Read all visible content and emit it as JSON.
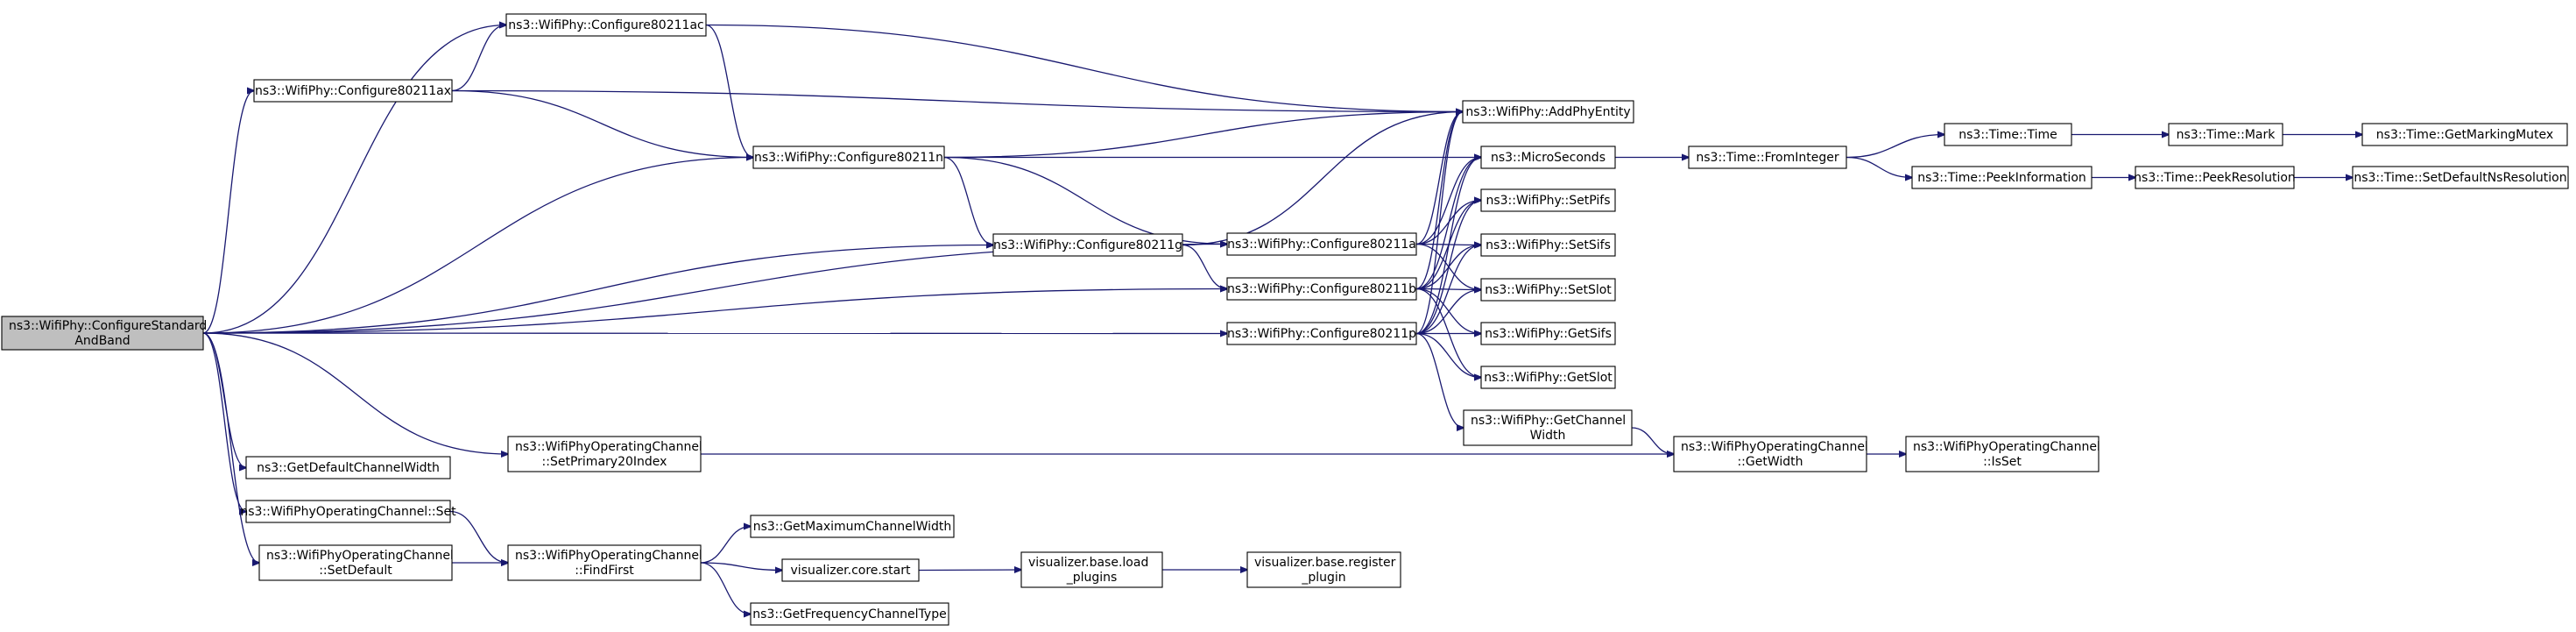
{
  "colors": {
    "edge": "#191970",
    "root_fill": "#bfbfbf",
    "node_fill": "#ffffff",
    "node_border": "#000000",
    "text": "#000000"
  },
  "nodes": [
    {
      "id": "root",
      "lines": [
        "ns3::WifiPhy::ConfigureStandard",
        "AndBand"
      ],
      "root": true
    },
    {
      "id": "c11ac",
      "lines": [
        "ns3::WifiPhy::Configure80211ac"
      ]
    },
    {
      "id": "c11ax",
      "lines": [
        "ns3::WifiPhy::Configure80211ax"
      ]
    },
    {
      "id": "c11n",
      "lines": [
        "ns3::WifiPhy::Configure80211n"
      ]
    },
    {
      "id": "c11g",
      "lines": [
        "ns3::WifiPhy::Configure80211g"
      ]
    },
    {
      "id": "c11a",
      "lines": [
        "ns3::WifiPhy::Configure80211a"
      ]
    },
    {
      "id": "c11b",
      "lines": [
        "ns3::WifiPhy::Configure80211b"
      ]
    },
    {
      "id": "c11p",
      "lines": [
        "ns3::WifiPhy::Configure80211p"
      ]
    },
    {
      "id": "addphy",
      "lines": [
        "ns3::WifiPhy::AddPhyEntity"
      ]
    },
    {
      "id": "micro",
      "lines": [
        "ns3::MicroSeconds"
      ]
    },
    {
      "id": "setpifs",
      "lines": [
        "ns3::WifiPhy::SetPifs"
      ]
    },
    {
      "id": "setsifs",
      "lines": [
        "ns3::WifiPhy::SetSifs"
      ]
    },
    {
      "id": "setslot",
      "lines": [
        "ns3::WifiPhy::SetSlot"
      ]
    },
    {
      "id": "getsifs",
      "lines": [
        "ns3::WifiPhy::GetSifs"
      ]
    },
    {
      "id": "getslot",
      "lines": [
        "ns3::WifiPhy::GetSlot"
      ]
    },
    {
      "id": "getchw",
      "lines": [
        "ns3::WifiPhy::GetChannel",
        "Width"
      ]
    },
    {
      "id": "fromint",
      "lines": [
        "ns3::Time::FromInteger"
      ]
    },
    {
      "id": "time",
      "lines": [
        "ns3::Time::Time"
      ]
    },
    {
      "id": "mark",
      "lines": [
        "ns3::Time::Mark"
      ]
    },
    {
      "id": "mutex",
      "lines": [
        "ns3::Time::GetMarkingMutex"
      ]
    },
    {
      "id": "peekinfo",
      "lines": [
        "ns3::Time::PeekInformation"
      ]
    },
    {
      "id": "peekres",
      "lines": [
        "ns3::Time::PeekResolution"
      ]
    },
    {
      "id": "setdefres",
      "lines": [
        "ns3::Time::SetDefaultNsResolution"
      ]
    },
    {
      "id": "getdefcw",
      "lines": [
        "ns3::GetDefaultChannelWidth"
      ]
    },
    {
      "id": "setp20",
      "lines": [
        "ns3::WifiPhyOperatingChannel",
        "::SetPrimary20Index"
      ]
    },
    {
      "id": "opgetw",
      "lines": [
        "ns3::WifiPhyOperatingChannel",
        "::GetWidth"
      ]
    },
    {
      "id": "opisset",
      "lines": [
        "ns3::WifiPhyOperatingChannel",
        "::IsSet"
      ]
    },
    {
      "id": "opset",
      "lines": [
        "ns3::WifiPhyOperatingChannel::Set"
      ]
    },
    {
      "id": "opsetdef",
      "lines": [
        "ns3::WifiPhyOperatingChannel",
        "::SetDefault"
      ]
    },
    {
      "id": "findfirst",
      "lines": [
        "ns3::WifiPhyOperatingChannel",
        "::FindFirst"
      ]
    },
    {
      "id": "getmaxcw",
      "lines": [
        "ns3::GetMaximumChannelWidth"
      ]
    },
    {
      "id": "vizstart",
      "lines": [
        "visualizer.core.start"
      ]
    },
    {
      "id": "getfct",
      "lines": [
        "ns3::GetFrequencyChannelType"
      ]
    },
    {
      "id": "loadplug",
      "lines": [
        "visualizer.base.load",
        "_plugins"
      ]
    },
    {
      "id": "regplug",
      "lines": [
        "visualizer.base.register",
        "_plugin"
      ]
    }
  ],
  "edges": [
    [
      "root",
      "c11ac"
    ],
    [
      "root",
      "c11ax"
    ],
    [
      "root",
      "c11n"
    ],
    [
      "root",
      "c11g"
    ],
    [
      "root",
      "c11a"
    ],
    [
      "root",
      "c11b"
    ],
    [
      "root",
      "c11p"
    ],
    [
      "root",
      "getdefcw"
    ],
    [
      "root",
      "setp20"
    ],
    [
      "root",
      "opset"
    ],
    [
      "root",
      "opsetdef"
    ],
    [
      "c11ac",
      "addphy"
    ],
    [
      "c11ac",
      "c11n"
    ],
    [
      "c11ax",
      "c11ac"
    ],
    [
      "c11ax",
      "addphy"
    ],
    [
      "c11ax",
      "c11n"
    ],
    [
      "c11n",
      "addphy"
    ],
    [
      "c11n",
      "micro"
    ],
    [
      "c11n",
      "c11g"
    ],
    [
      "c11n",
      "c11a"
    ],
    [
      "c11g",
      "addphy"
    ],
    [
      "c11g",
      "c11b"
    ],
    [
      "c11a",
      "addphy"
    ],
    [
      "c11a",
      "micro"
    ],
    [
      "c11a",
      "setpifs"
    ],
    [
      "c11a",
      "setsifs"
    ],
    [
      "c11a",
      "setslot"
    ],
    [
      "c11b",
      "addphy"
    ],
    [
      "c11b",
      "micro"
    ],
    [
      "c11b",
      "setpifs"
    ],
    [
      "c11b",
      "setsifs"
    ],
    [
      "c11b",
      "setslot"
    ],
    [
      "c11b",
      "getsifs"
    ],
    [
      "c11b",
      "getslot"
    ],
    [
      "c11p",
      "addphy"
    ],
    [
      "c11p",
      "micro"
    ],
    [
      "c11p",
      "setpifs"
    ],
    [
      "c11p",
      "setsifs"
    ],
    [
      "c11p",
      "setslot"
    ],
    [
      "c11p",
      "getsifs"
    ],
    [
      "c11p",
      "getslot"
    ],
    [
      "c11p",
      "getchw"
    ],
    [
      "micro",
      "fromint"
    ],
    [
      "fromint",
      "time"
    ],
    [
      "fromint",
      "peekinfo"
    ],
    [
      "time",
      "mark"
    ],
    [
      "mark",
      "mutex"
    ],
    [
      "peekinfo",
      "peekres"
    ],
    [
      "peekres",
      "setdefres"
    ],
    [
      "getchw",
      "opgetw"
    ],
    [
      "setp20",
      "opgetw"
    ],
    [
      "opgetw",
      "opisset"
    ],
    [
      "opset",
      "findfirst"
    ],
    [
      "opsetdef",
      "findfirst"
    ],
    [
      "findfirst",
      "getmaxcw"
    ],
    [
      "findfirst",
      "vizstart"
    ],
    [
      "findfirst",
      "getfct"
    ],
    [
      "vizstart",
      "loadplug"
    ],
    [
      "loadplug",
      "regplug"
    ]
  ]
}
